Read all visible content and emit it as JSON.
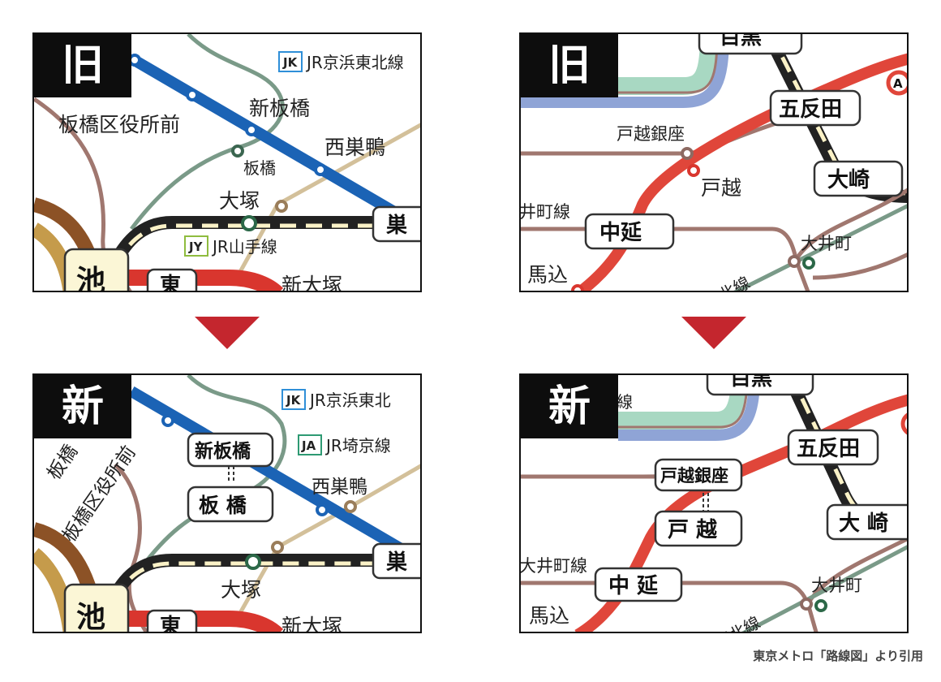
{
  "panels": {
    "tl": {
      "era": "旧",
      "labels": {
        "jk_code": "JK",
        "jk_name": "JR京浜東北線",
        "itabashi_kuyakusho": "板橋区役所前",
        "shin_itabashi": "新板橋",
        "nishi_sugamo": "西巣鴨",
        "itabashi": "板橋",
        "otsuka": "大塚",
        "sugamo": "巣",
        "jy_code": "JY",
        "jy_name": "JR山手線",
        "ike": "池",
        "higashi": "東",
        "shin_otsuka": "新大塚"
      }
    },
    "tr": {
      "era": "旧",
      "labels": {
        "meguro": "目黒",
        "gotanda": "五反田",
        "togoshi_ginza": "戸越銀座",
        "togoshi": "戸越",
        "osaki": "大崎",
        "oimachi_line": "井町線",
        "nakanobu": "中延",
        "oimachi": "大井町",
        "magome": "馬込",
        "keihin_tohoku": "東北線",
        "asakusa_badge": "A"
      }
    },
    "bl": {
      "era": "新",
      "labels": {
        "jk_code": "JK",
        "jk_name": "JR京浜東北",
        "ja_code": "JA",
        "ja_name": "JR埼京線",
        "itabashi_kuyakusho": "板橋区役所前",
        "itabashi_cut": "板橋",
        "shin_itabashi": "新板橋",
        "itabashi": "板 橋",
        "nishi_sugamo": "西巣鴨",
        "otsuka": "大塚",
        "sugamo": "巣",
        "ike": "池",
        "higashi": "東",
        "shin_otsuka": "新大塚"
      }
    },
    "br": {
      "era": "新",
      "labels": {
        "meguro": "目黒",
        "sen": "線",
        "gotanda": "五反田",
        "togoshi_ginza": "戸越銀座",
        "togoshi": "戸 越",
        "osaki": "大 崎",
        "oimachi_line": "大井町線",
        "nakanobu": "中 延",
        "oimachi": "大井町",
        "magome": "馬込",
        "keihin_tohoku": "東北線"
      }
    }
  },
  "credit": "東京メトロ「路線図」より引用",
  "colors": {
    "mita": "#1b63b5",
    "marunouchi": "#d9362e",
    "asakusa": "#e0463a",
    "yamanote": "#222222",
    "saikyo": "#7a9a88",
    "tokyu": "#a0776f",
    "arakawa": "#d3c09a",
    "yurakucho": "#c59b4b",
    "fukutoshin": "#8c5226",
    "namboku": "#a8d8c2",
    "meguro_line": "#8fa4d6",
    "accent_arrow": "#c4262e"
  }
}
